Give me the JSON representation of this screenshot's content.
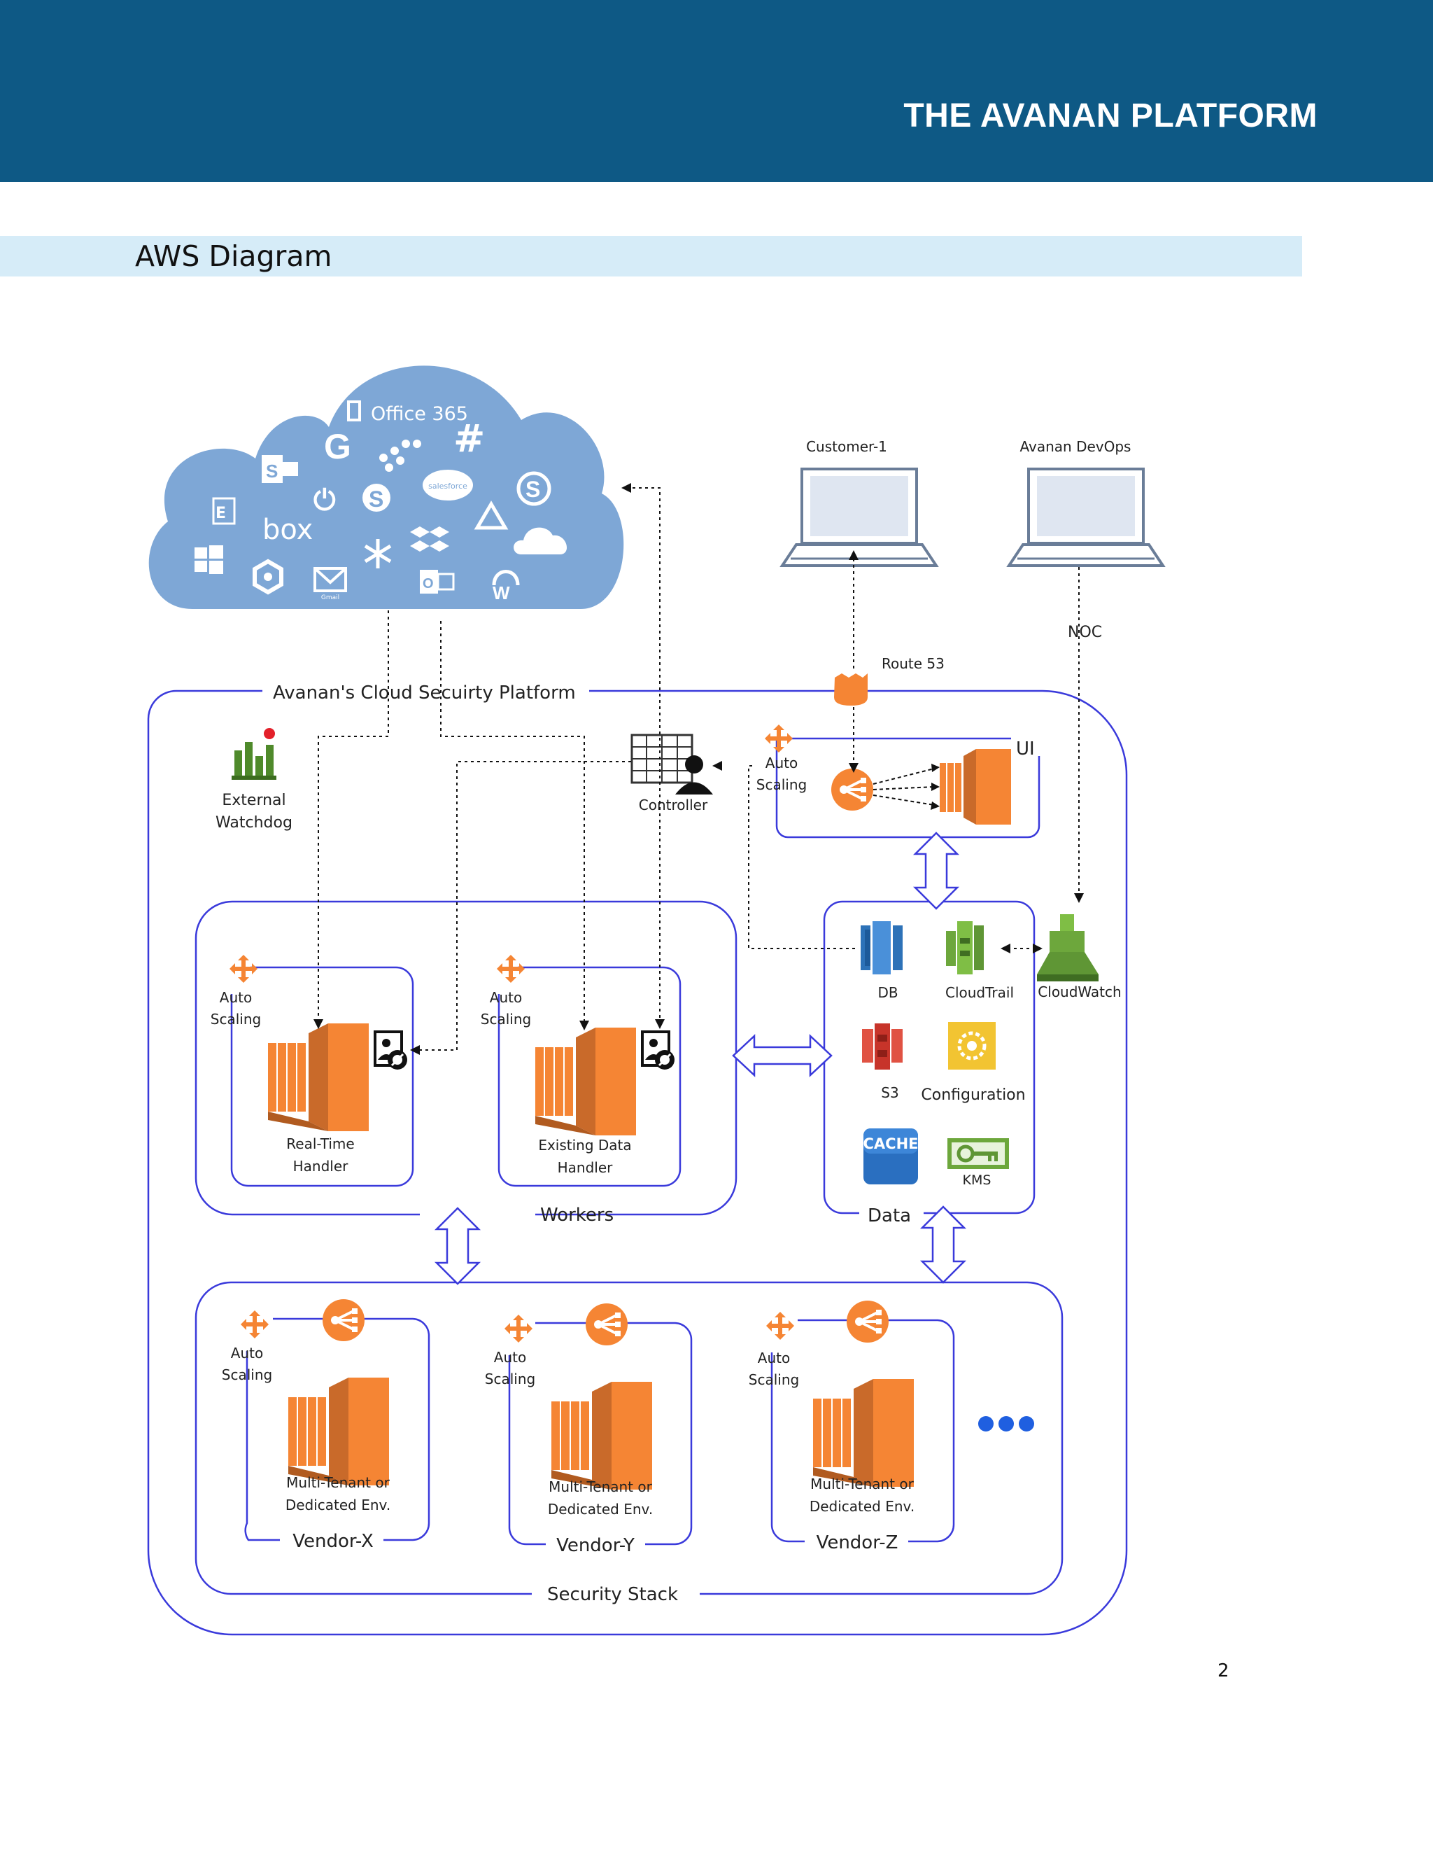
{
  "header": {
    "title": "THE AVANAN PLATFORM"
  },
  "section": {
    "title": "AWS Diagram"
  },
  "page_number": "2",
  "diagram": {
    "cloud": {
      "office365": "Office 365",
      "box": "box",
      "salesforce": "salesforce",
      "gmail": "Gmail"
    },
    "platform_title": "Avanan's Cloud Secuirty Platform",
    "customer": "Customer-1",
    "devops": "Avanan DevOps",
    "noc": "NOC",
    "route53": "Route 53",
    "ui": "UI",
    "controller": "Controller",
    "watchdog": [
      "External",
      "Watchdog"
    ],
    "auto_scaling": [
      "Auto",
      "Scaling"
    ],
    "realtime": [
      "Real-Time",
      "Handler"
    ],
    "existing": [
      "Existing Data",
      "Handler"
    ],
    "workers": "Workers",
    "data_group": "Data",
    "db": "DB",
    "cloudtrail": "CloudTrail",
    "cloudwatch": "CloudWatch",
    "s3": "S3",
    "configuration": "Configuration",
    "cache": "CACHE",
    "kms": "KMS",
    "multitenant": [
      "Multi-Tenant or",
      "Dedicated Env."
    ],
    "vendor_x": "Vendor-X",
    "vendor_y": "Vendor-Y",
    "vendor_z": "Vendor-Z",
    "security_stack": "Security Stack"
  },
  "colors": {
    "banner": "#0e5985",
    "section_bar": "#d6ecf8",
    "frame": "#3a3adb",
    "ec2": "#f58534",
    "cloud": "#7ea7d6"
  }
}
